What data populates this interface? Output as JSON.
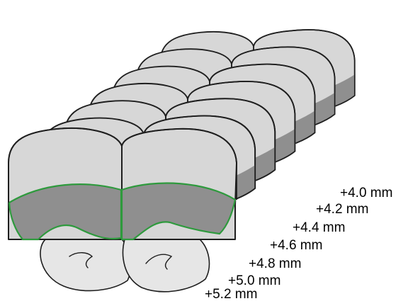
{
  "slice_labels": [
    "+4.0 mm",
    "+4.2 mm",
    "+4.4 mm",
    "+4.6 mm",
    "+4.8 mm",
    "+5.0 mm",
    "+5.2 mm"
  ],
  "colors": {
    "tissue_light": "#d7d7d7",
    "tissue_dark": "#8f8f8f",
    "outline": "#1e1e1e",
    "highlight_region": "#2e9a3d"
  }
}
